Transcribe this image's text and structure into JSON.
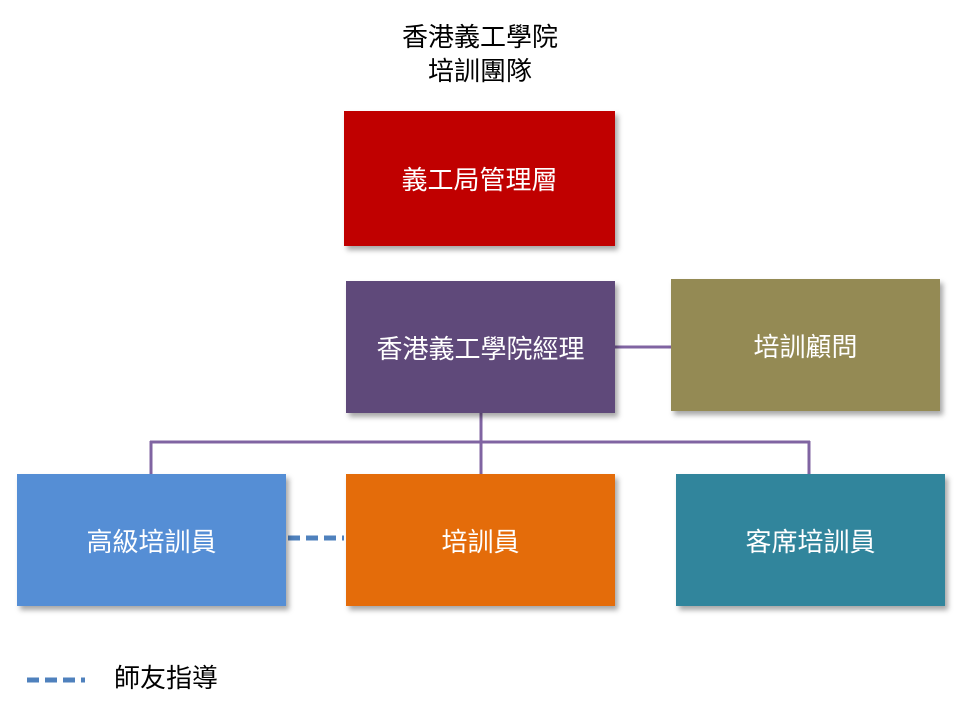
{
  "title": {
    "line1": "香港義工學院",
    "line2": "培訓團隊"
  },
  "nodes": {
    "management": {
      "label": "義工局管理層",
      "color": "#C00000"
    },
    "manager": {
      "label": "香港義工學院經理",
      "color": "#5F497A"
    },
    "advisor": {
      "label": "培訓顧問",
      "color": "#948A54"
    },
    "senior": {
      "label": "高級培訓員",
      "color": "#558ED5"
    },
    "trainer": {
      "label": "培訓員",
      "color": "#E46C0A"
    },
    "guest": {
      "label": "客席培訓員",
      "color": "#31859C"
    }
  },
  "connector_color": "#8064A2",
  "mentor_line_color": "#4F81BD",
  "legend": {
    "mentor_label": "師友指導"
  }
}
